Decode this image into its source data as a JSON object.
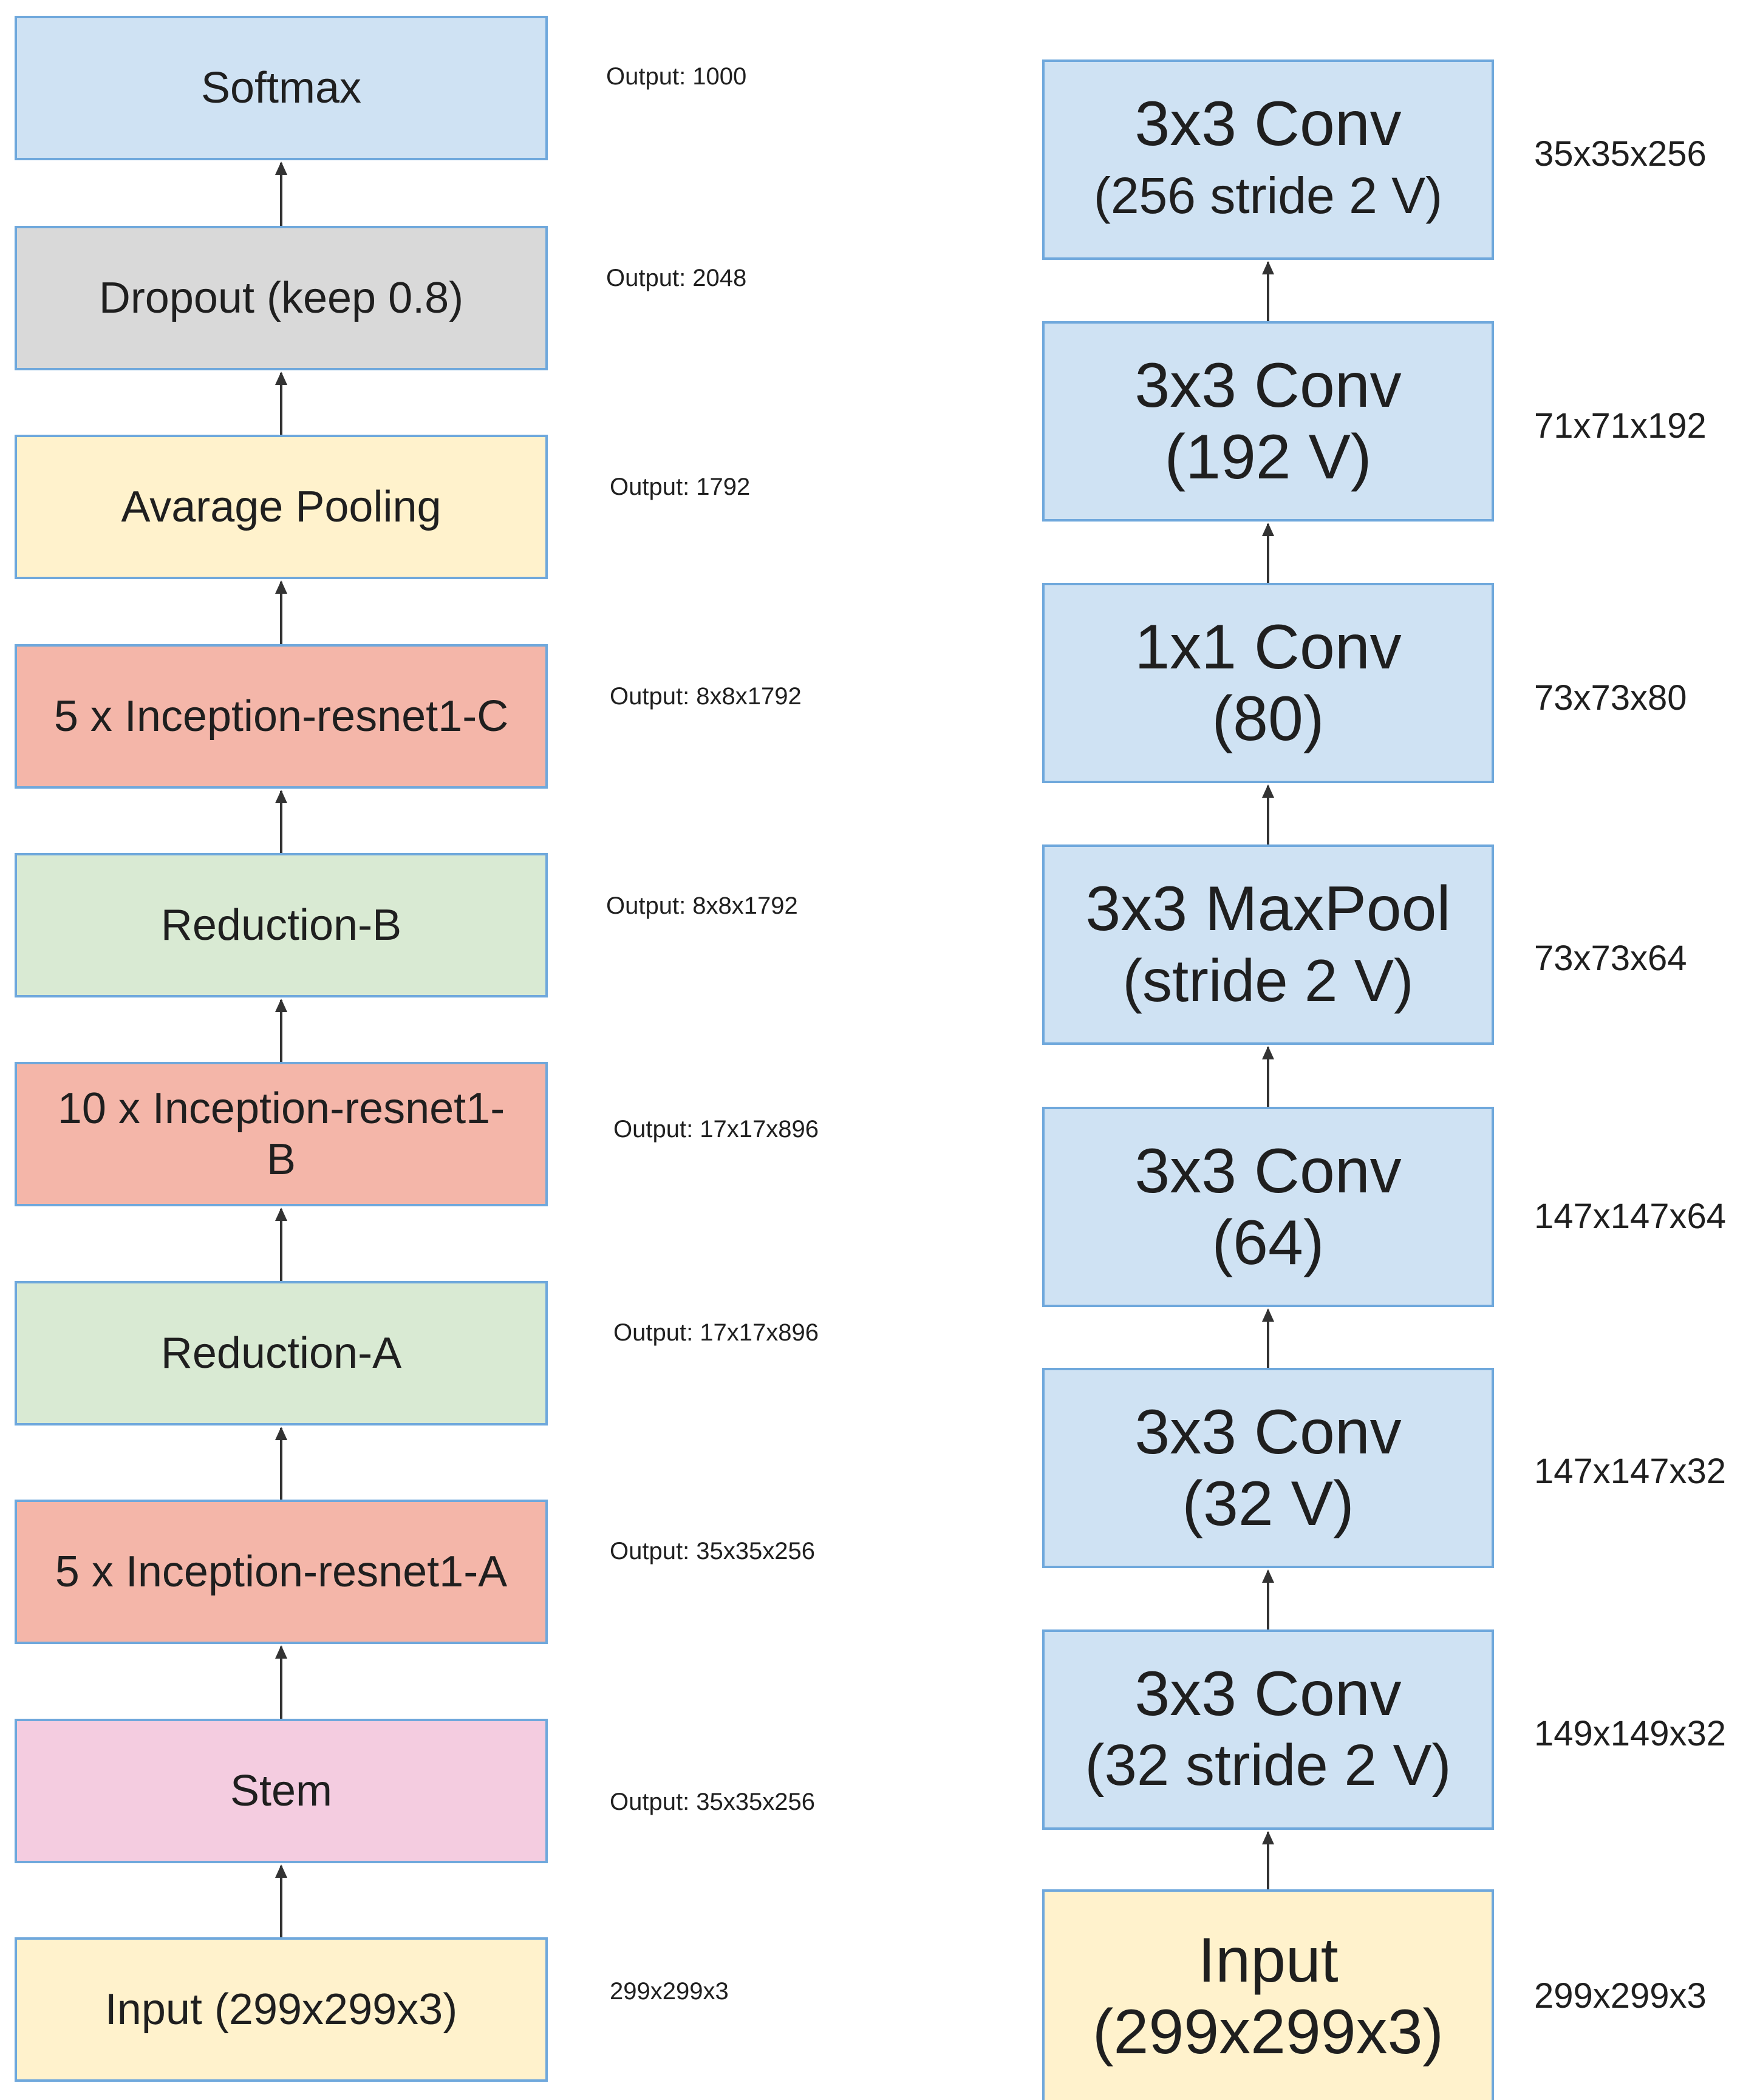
{
  "colors": {
    "blue": "#cfe2f3",
    "gray": "#d9d9d9",
    "yellow": "#fff2cc",
    "red": "#f4b6a9",
    "green": "#d9ead3",
    "pink": "#f4cce0",
    "border": "#6fa8dc",
    "arrow": "#333333"
  },
  "left_column": {
    "blocks": [
      {
        "label": "Softmax",
        "color": "blue",
        "output": "Output: 1000"
      },
      {
        "label": "Dropout (keep 0.8)",
        "color": "gray",
        "output": "Output: 2048"
      },
      {
        "label": "Avarage Pooling",
        "color": "yellow",
        "output": "Output: 1792"
      },
      {
        "label": "5 x Inception-resnet1-C",
        "color": "red",
        "output": "Output: 8x8x1792"
      },
      {
        "label": "Reduction-B",
        "color": "green",
        "output": "Output: 8x8x1792"
      },
      {
        "label": "10 x Inception-resnet1-",
        "label2": "B",
        "color": "red",
        "output": "Output: 17x17x896"
      },
      {
        "label": "Reduction-A",
        "color": "green",
        "output": "Output: 17x17x896"
      },
      {
        "label": "5 x Inception-resnet1-A",
        "color": "red",
        "output": "Output: 35x35x256"
      },
      {
        "label": "Stem",
        "color": "pink",
        "output": "Output: 35x35x256"
      },
      {
        "label": "Input (299x299x3)",
        "color": "yellow",
        "output": "299x299x3"
      }
    ]
  },
  "right_column": {
    "blocks": [
      {
        "line1": "3x3 Conv",
        "line2": "(256 stride 2 V)",
        "color": "blue",
        "dims": "35x35x256"
      },
      {
        "line1": "3x3 Conv",
        "line2": "(192 V)",
        "color": "blue",
        "dims": "71x71x192"
      },
      {
        "line1": "1x1 Conv",
        "line2": "(80)",
        "color": "blue",
        "dims": "73x73x80"
      },
      {
        "line1": "3x3 MaxPool",
        "line2": "(stride 2 V)",
        "color": "blue",
        "dims": "73x73x64"
      },
      {
        "line1": "3x3 Conv",
        "line2": "(64)",
        "color": "blue",
        "dims": "147x147x64"
      },
      {
        "line1": "3x3 Conv",
        "line2": "(32 V)",
        "color": "blue",
        "dims": "147x147x32"
      },
      {
        "line1": "3x3 Conv",
        "line2": "(32 stride 2 V)",
        "color": "blue",
        "dims": "149x149x32"
      },
      {
        "line1": "Input",
        "line2": "(299x299x3)",
        "color": "yellow",
        "dims": "299x299x3"
      }
    ]
  }
}
